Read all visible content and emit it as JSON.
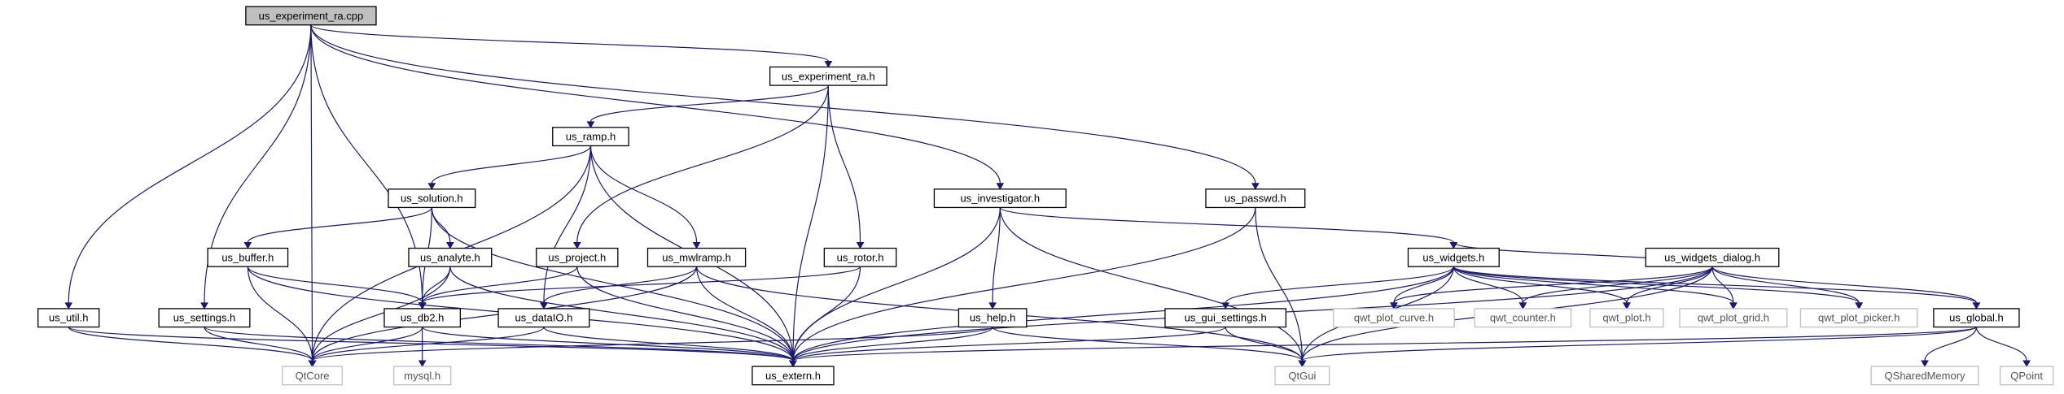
{
  "graph": {
    "title": "us_experiment_ra.cpp",
    "colors": {
      "edge": "#191970",
      "node_border": "#000000",
      "external_border": "#bfbfbf",
      "root_fill": "#bfbfbf"
    },
    "nodes": [
      {
        "id": "root",
        "label": "us_experiment_ra.cpp",
        "kind": "root"
      },
      {
        "id": "exp_h",
        "label": "us_experiment_ra.h",
        "kind": "file"
      },
      {
        "id": "ramp",
        "label": "us_ramp.h",
        "kind": "file"
      },
      {
        "id": "inv",
        "label": "us_investigator.h",
        "kind": "file"
      },
      {
        "id": "passwd",
        "label": "us_passwd.h",
        "kind": "file"
      },
      {
        "id": "solution",
        "label": "us_solution.h",
        "kind": "file"
      },
      {
        "id": "buffer",
        "label": "us_buffer.h",
        "kind": "file"
      },
      {
        "id": "analyte",
        "label": "us_analyte.h",
        "kind": "file"
      },
      {
        "id": "project",
        "label": "us_project.h",
        "kind": "file"
      },
      {
        "id": "mwl",
        "label": "us_mwlramp.h",
        "kind": "file"
      },
      {
        "id": "rotor",
        "label": "us_rotor.h",
        "kind": "file"
      },
      {
        "id": "widgets",
        "label": "us_widgets.h",
        "kind": "file"
      },
      {
        "id": "wdialog",
        "label": "us_widgets_dialog.h",
        "kind": "file"
      },
      {
        "id": "util",
        "label": "us_util.h",
        "kind": "file"
      },
      {
        "id": "settings",
        "label": "us_settings.h",
        "kind": "file"
      },
      {
        "id": "db2",
        "label": "us_db2.h",
        "kind": "file"
      },
      {
        "id": "dataio",
        "label": "us_dataIO.h",
        "kind": "file"
      },
      {
        "id": "help",
        "label": "us_help.h",
        "kind": "file"
      },
      {
        "id": "guiset",
        "label": "us_gui_settings.h",
        "kind": "file"
      },
      {
        "id": "global",
        "label": "us_global.h",
        "kind": "file"
      },
      {
        "id": "qtcore",
        "label": "QtCore",
        "kind": "external"
      },
      {
        "id": "mysql",
        "label": "mysql.h",
        "kind": "external"
      },
      {
        "id": "extern",
        "label": "us_extern.h",
        "kind": "file"
      },
      {
        "id": "qtgui",
        "label": "QtGui",
        "kind": "external"
      },
      {
        "id": "qwtcurve",
        "label": "qwt_plot_curve.h",
        "kind": "external"
      },
      {
        "id": "qwtcounter",
        "label": "qwt_counter.h",
        "kind": "external"
      },
      {
        "id": "qwtplot",
        "label": "qwt_plot.h",
        "kind": "external"
      },
      {
        "id": "qwtgrid",
        "label": "qwt_plot_grid.h",
        "kind": "external"
      },
      {
        "id": "qwtpicker",
        "label": "qwt_plot_picker.h",
        "kind": "external"
      },
      {
        "id": "qshm",
        "label": "QSharedMemory",
        "kind": "external"
      },
      {
        "id": "qpoint",
        "label": "QPoint",
        "kind": "external"
      }
    ],
    "edges": [
      {
        "from": "root",
        "to": "exp_h"
      },
      {
        "from": "root",
        "to": "inv"
      },
      {
        "from": "root",
        "to": "passwd"
      },
      {
        "from": "root",
        "to": "util"
      },
      {
        "from": "root",
        "to": "settings"
      },
      {
        "from": "root",
        "to": "db2"
      },
      {
        "from": "root",
        "to": "qtcore"
      },
      {
        "from": "exp_h",
        "to": "ramp"
      },
      {
        "from": "exp_h",
        "to": "project"
      },
      {
        "from": "exp_h",
        "to": "rotor"
      },
      {
        "from": "exp_h",
        "to": "extern"
      },
      {
        "from": "ramp",
        "to": "solution"
      },
      {
        "from": "ramp",
        "to": "dataio"
      },
      {
        "from": "ramp",
        "to": "mwl"
      },
      {
        "from": "ramp",
        "to": "extern"
      },
      {
        "from": "ramp",
        "to": "qtcore"
      },
      {
        "from": "solution",
        "to": "buffer"
      },
      {
        "from": "solution",
        "to": "analyte"
      },
      {
        "from": "solution",
        "to": "db2"
      },
      {
        "from": "solution",
        "to": "extern"
      },
      {
        "from": "buffer",
        "to": "db2"
      },
      {
        "from": "buffer",
        "to": "qtcore"
      },
      {
        "from": "buffer",
        "to": "extern"
      },
      {
        "from": "analyte",
        "to": "db2"
      },
      {
        "from": "analyte",
        "to": "qtcore"
      },
      {
        "from": "analyte",
        "to": "extern"
      },
      {
        "from": "project",
        "to": "db2"
      },
      {
        "from": "project",
        "to": "extern"
      },
      {
        "from": "mwl",
        "to": "dataio"
      },
      {
        "from": "mwl",
        "to": "qtcore"
      },
      {
        "from": "mwl",
        "to": "extern"
      },
      {
        "from": "mwl",
        "to": "qtgui"
      },
      {
        "from": "rotor",
        "to": "db2"
      },
      {
        "from": "rotor",
        "to": "extern"
      },
      {
        "from": "inv",
        "to": "widgets"
      },
      {
        "from": "inv",
        "to": "help"
      },
      {
        "from": "inv",
        "to": "extern"
      },
      {
        "from": "inv",
        "to": "qtgui"
      },
      {
        "from": "passwd",
        "to": "extern"
      },
      {
        "from": "passwd",
        "to": "qtgui"
      },
      {
        "from": "widgets",
        "to": "guiset"
      },
      {
        "from": "widgets",
        "to": "qtgui"
      },
      {
        "from": "widgets",
        "to": "qwtcurve"
      },
      {
        "from": "widgets",
        "to": "qwtcounter"
      },
      {
        "from": "widgets",
        "to": "qwtplot"
      },
      {
        "from": "widgets",
        "to": "qwtgrid"
      },
      {
        "from": "widgets",
        "to": "qwtpicker"
      },
      {
        "from": "widgets",
        "to": "global"
      },
      {
        "from": "widgets",
        "to": "extern"
      },
      {
        "from": "wdialog",
        "to": "widgets"
      },
      {
        "from": "wdialog",
        "to": "qwtcurve"
      },
      {
        "from": "wdialog",
        "to": "qwtcounter"
      },
      {
        "from": "wdialog",
        "to": "qwtplot"
      },
      {
        "from": "wdialog",
        "to": "qwtgrid"
      },
      {
        "from": "wdialog",
        "to": "qwtpicker"
      },
      {
        "from": "wdialog",
        "to": "global"
      },
      {
        "from": "wdialog",
        "to": "extern"
      },
      {
        "from": "wdialog",
        "to": "qtgui"
      },
      {
        "from": "util",
        "to": "qtcore"
      },
      {
        "from": "util",
        "to": "extern"
      },
      {
        "from": "settings",
        "to": "qtcore"
      },
      {
        "from": "settings",
        "to": "extern"
      },
      {
        "from": "db2",
        "to": "qtcore"
      },
      {
        "from": "db2",
        "to": "mysql"
      },
      {
        "from": "db2",
        "to": "extern"
      },
      {
        "from": "dataio",
        "to": "qtcore"
      },
      {
        "from": "dataio",
        "to": "extern"
      },
      {
        "from": "help",
        "to": "qtcore"
      },
      {
        "from": "help",
        "to": "extern"
      },
      {
        "from": "help",
        "to": "qtgui"
      },
      {
        "from": "guiset",
        "to": "qtgui"
      },
      {
        "from": "guiset",
        "to": "extern"
      },
      {
        "from": "global",
        "to": "qshm"
      },
      {
        "from": "global",
        "to": "qpoint"
      },
      {
        "from": "global",
        "to": "extern"
      },
      {
        "from": "global",
        "to": "qtgui"
      }
    ]
  }
}
